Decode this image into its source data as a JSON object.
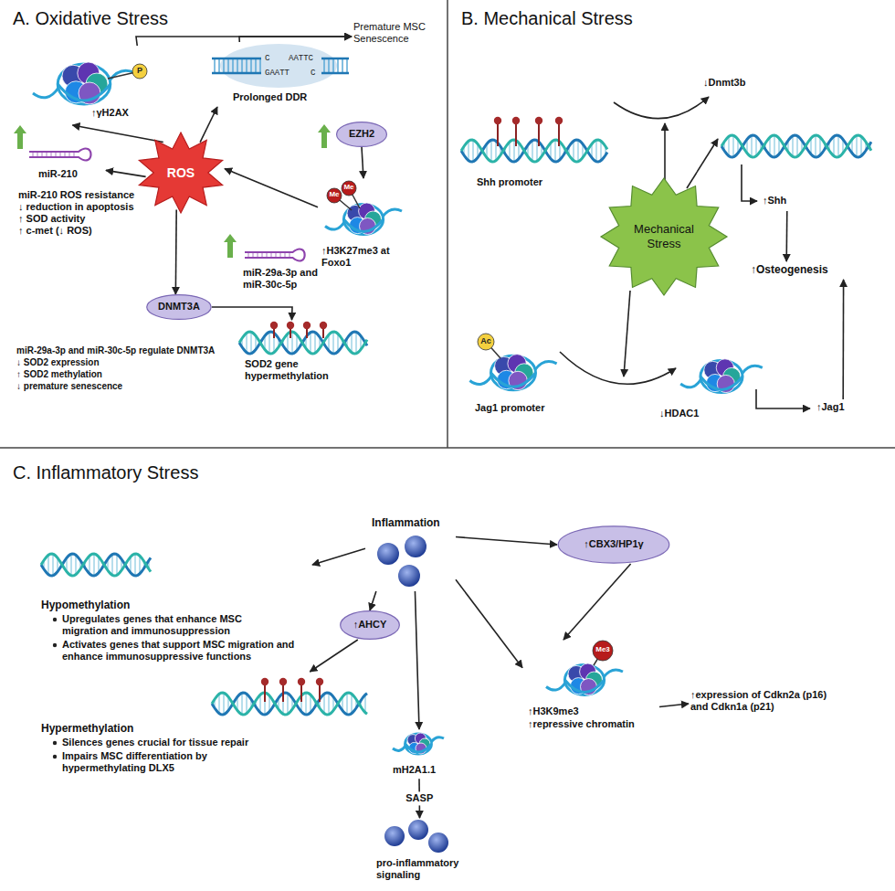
{
  "diagram": {
    "nodes": [
      {
        "text": [
          "A. Oxidative Stress"
        ]
      },
      {
        "text": [
          "↑γH2AX"
        ],
        "in": 0
      },
      {
        "text": [
          "Prolonged DDR"
        ],
        "in": 0
      },
      {
        "text": [
          "Premature MSC Senescence"
        ],
        "in": 0
      },
      {
        "text": [
          "EZH2"
        ],
        "in": 0
      },
      {
        "text": [
          "ROS"
        ],
        "in": 0
      },
      {
        "text": [
          "miR-210"
        ],
        "in": 0
      },
      {
        "text": [
          "miR-29a-3p and miR-30c-5p"
        ],
        "in": 0
      },
      {
        "text": [
          "↑H3K27me3 at Foxo1"
        ],
        "in": 0
      },
      {
        "text": [
          "DNMT3A"
        ],
        "in": 0
      },
      {
        "text": [
          "SOD2 gene hypermethylation"
        ],
        "in": 0
      },
      {
        "text": [
          "B. Mechanical Stress"
        ]
      },
      {
        "text": [
          "Shh promoter"
        ],
        "in": 11
      },
      {
        "text": [
          "↑Shh"
        ],
        "in": 11
      },
      {
        "text": [
          "Mechanical Stress"
        ],
        "in": 11
      },
      {
        "text": [
          "↑Osteogenesis"
        ],
        "in": 11
      },
      {
        "text": [
          "Jag1 promoter"
        ],
        "in": 11
      },
      {
        "text": [
          "↑Jag1"
        ],
        "in": 11
      },
      {
        "text": [
          "C. Inflammatory Stress"
        ]
      },
      {
        "text": [
          "Inflammation"
        ],
        "in": 18
      },
      {
        "text": [
          "↑CBX3/HP1γ"
        ],
        "in": 18
      },
      {
        "text": [
          "Hypomethylation",
          "Upregulates genes that enhance MSC migration and immunosuppression",
          "Activates genes that support MSC migration and enhance immunosuppressive functions"
        ],
        "in": 18
      },
      {
        "text": [
          "↑AHCY"
        ],
        "in": 18
      },
      {
        "text": [
          "Hypermethylation",
          "Silences genes crucial for tissue repair",
          "Impairs MSC differentiation by hypermethylating DLX5"
        ],
        "in": 18
      },
      {
        "text": [
          "↑H3K9me3",
          "↑repressive chromatin"
        ],
        "in": 18
      },
      {
        "text": [
          "↑expression of Cdkn2a (p16) and Cdkn1a (p21)"
        ],
        "in": 18
      },
      {
        "text": [
          "mH2A1.1"
        ],
        "in": 18
      },
      {
        "text": [
          "pro-inflammatory signaling"
        ],
        "in": 18
      }
    ],
    "edges": [
      {
        "from": 5,
        "to": 1,
        "arrow": "to"
      },
      {
        "from": 5,
        "to": 2,
        "arrow": "to"
      },
      {
        "from": 1,
        "to": 3,
        "arrow": "to"
      },
      {
        "from": 2,
        "to": 3,
        "arrow": "to"
      },
      {
        "from": 4,
        "to": 8,
        "arrow": "to"
      },
      {
        "from": 8,
        "to": 5,
        "arrow": "to"
      },
      {
        "from": 5,
        "to": 6,
        "arrow": "to"
      },
      {
        "from": 5,
        "to": 9,
        "arrow": "to"
      },
      {
        "from": 9,
        "to": 10,
        "arrow": "to"
      },
      {
        "from": 13,
        "to": 15,
        "arrow": "to"
      },
      {
        "from": 17,
        "to": 15,
        "arrow": "to"
      },
      {
        "from": 19,
        "to": 21,
        "arrow": "to"
      },
      {
        "from": 19,
        "to": 22,
        "arrow": "to"
      },
      {
        "from": 22,
        "to": 23,
        "arrow": "to"
      },
      {
        "from": 19,
        "to": 26,
        "arrow": "to"
      },
      {
        "from": 26,
        "to": 27,
        "label": "SASP",
        "arrow": "to"
      },
      {
        "from": 19,
        "to": 20,
        "arrow": "to"
      },
      {
        "from": 19,
        "to": 24,
        "arrow": "to"
      },
      {
        "from": 20,
        "to": 24,
        "arrow": "to"
      },
      {
        "from": 24,
        "to": 25,
        "arrow": "to"
      }
    ],
    "labels": [
      "miR-210 ROS resistance",
      "↓ reduction in apoptosis",
      "↑ SOD activity",
      "↑ c-met (↓ ROS)",
      "miR-29a-3p and miR-30c-5p regulate DNMT3A",
      "↓ SOD2 expression",
      "↑ SOD2 methylation",
      "↓ premature senescence",
      "↓Dnmt3b",
      "↓HDAC1",
      "P",
      "Me",
      "Me",
      "Ac",
      "Me3",
      "C",
      "AATTC",
      "GAATT",
      "C"
    ]
  }
}
